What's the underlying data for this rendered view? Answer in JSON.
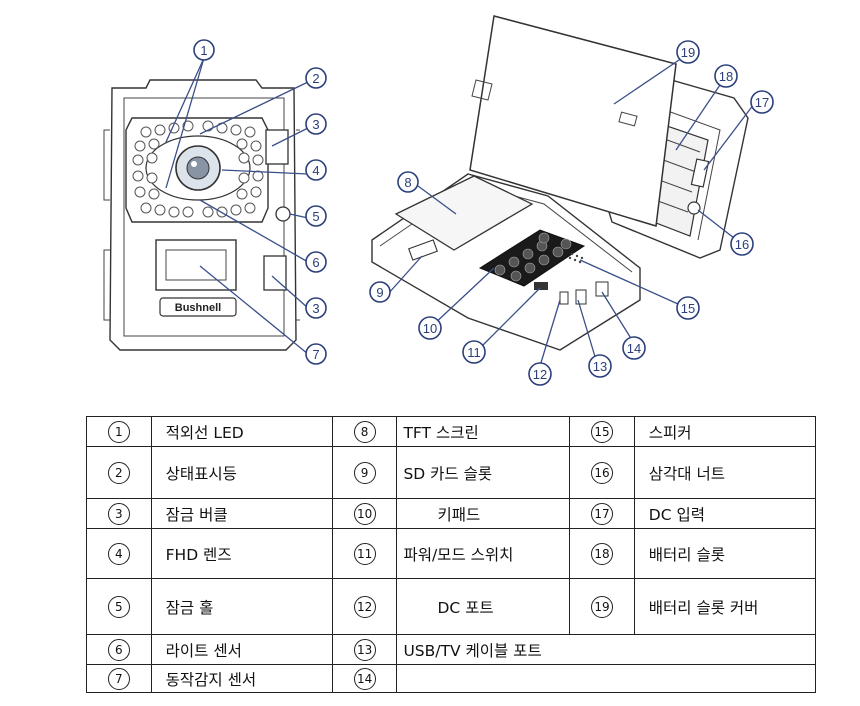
{
  "callouts": [
    "1",
    "2",
    "3",
    "4",
    "5",
    "6",
    "7",
    "8",
    "9",
    "10",
    "11",
    "12",
    "13",
    "14",
    "15",
    "16",
    "17",
    "18",
    "19"
  ],
  "brand_text": "Bushnell",
  "legend": [
    {
      "n": "1",
      "label": "적외선 LED"
    },
    {
      "n": "2",
      "label": "상태표시등"
    },
    {
      "n": "3",
      "label": "잠금 버클"
    },
    {
      "n": "4",
      "label": "FHD 렌즈"
    },
    {
      "n": "5",
      "label": "잠금 홀"
    },
    {
      "n": "6",
      "label": "라이트 센서"
    },
    {
      "n": "7",
      "label": "동작감지 센서"
    },
    {
      "n": "8",
      "label": "TFT 스크린"
    },
    {
      "n": "9",
      "label": "SD 카드 슬롯"
    },
    {
      "n": "10",
      "label": "키패드"
    },
    {
      "n": "11",
      "label": "파워/모드 스위치"
    },
    {
      "n": "12",
      "label": "DC 포트"
    },
    {
      "n": "13",
      "label": "USB/TV 케이블 포트"
    },
    {
      "n": "14",
      "label": ""
    },
    {
      "n": "15",
      "label": "스피커"
    },
    {
      "n": "16",
      "label": "삼각대 너트"
    },
    {
      "n": "17",
      "label": "DC 입력"
    },
    {
      "n": "18",
      "label": "배터리 슬롯"
    },
    {
      "n": "19",
      "label": "배터리 슬롯 커버"
    }
  ]
}
